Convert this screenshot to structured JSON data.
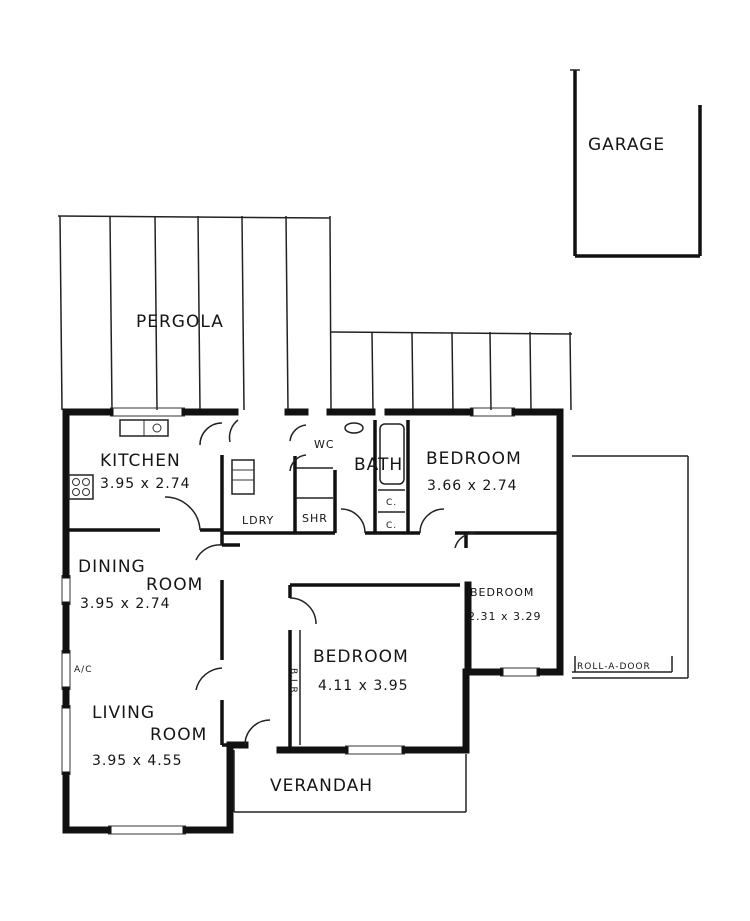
{
  "labels": {
    "garage": "GARAGE",
    "pergola": "PERGOLA",
    "kitchen": "KITCHEN",
    "kitchen_dim": "3.95 x 2.74",
    "wc": "WC",
    "bath": "BATH",
    "bedroom1": "BEDROOM",
    "bedroom1_dim": "3.66 x 2.74",
    "ldry": "LDRY",
    "shr": "SHR",
    "c1": "C.",
    "c2": "C.",
    "dining_line1": "DINING",
    "dining_line2": "ROOM",
    "dining_dim": "3.95 x 2.74",
    "bedroom2": "BEDROOM",
    "bedroom2_dim": "2.31 x 3.29",
    "bedroom3": "BEDROOM",
    "bedroom3_dim": "4.11 x 3.95",
    "bir": "B.I.R.",
    "ac": "A/C",
    "living_line1": "LIVING",
    "living_line2": "ROOM",
    "living_dim": "3.95 x 4.55",
    "verandah": "VERANDAH",
    "roll_a_door": "ROLL-A-DOOR"
  }
}
